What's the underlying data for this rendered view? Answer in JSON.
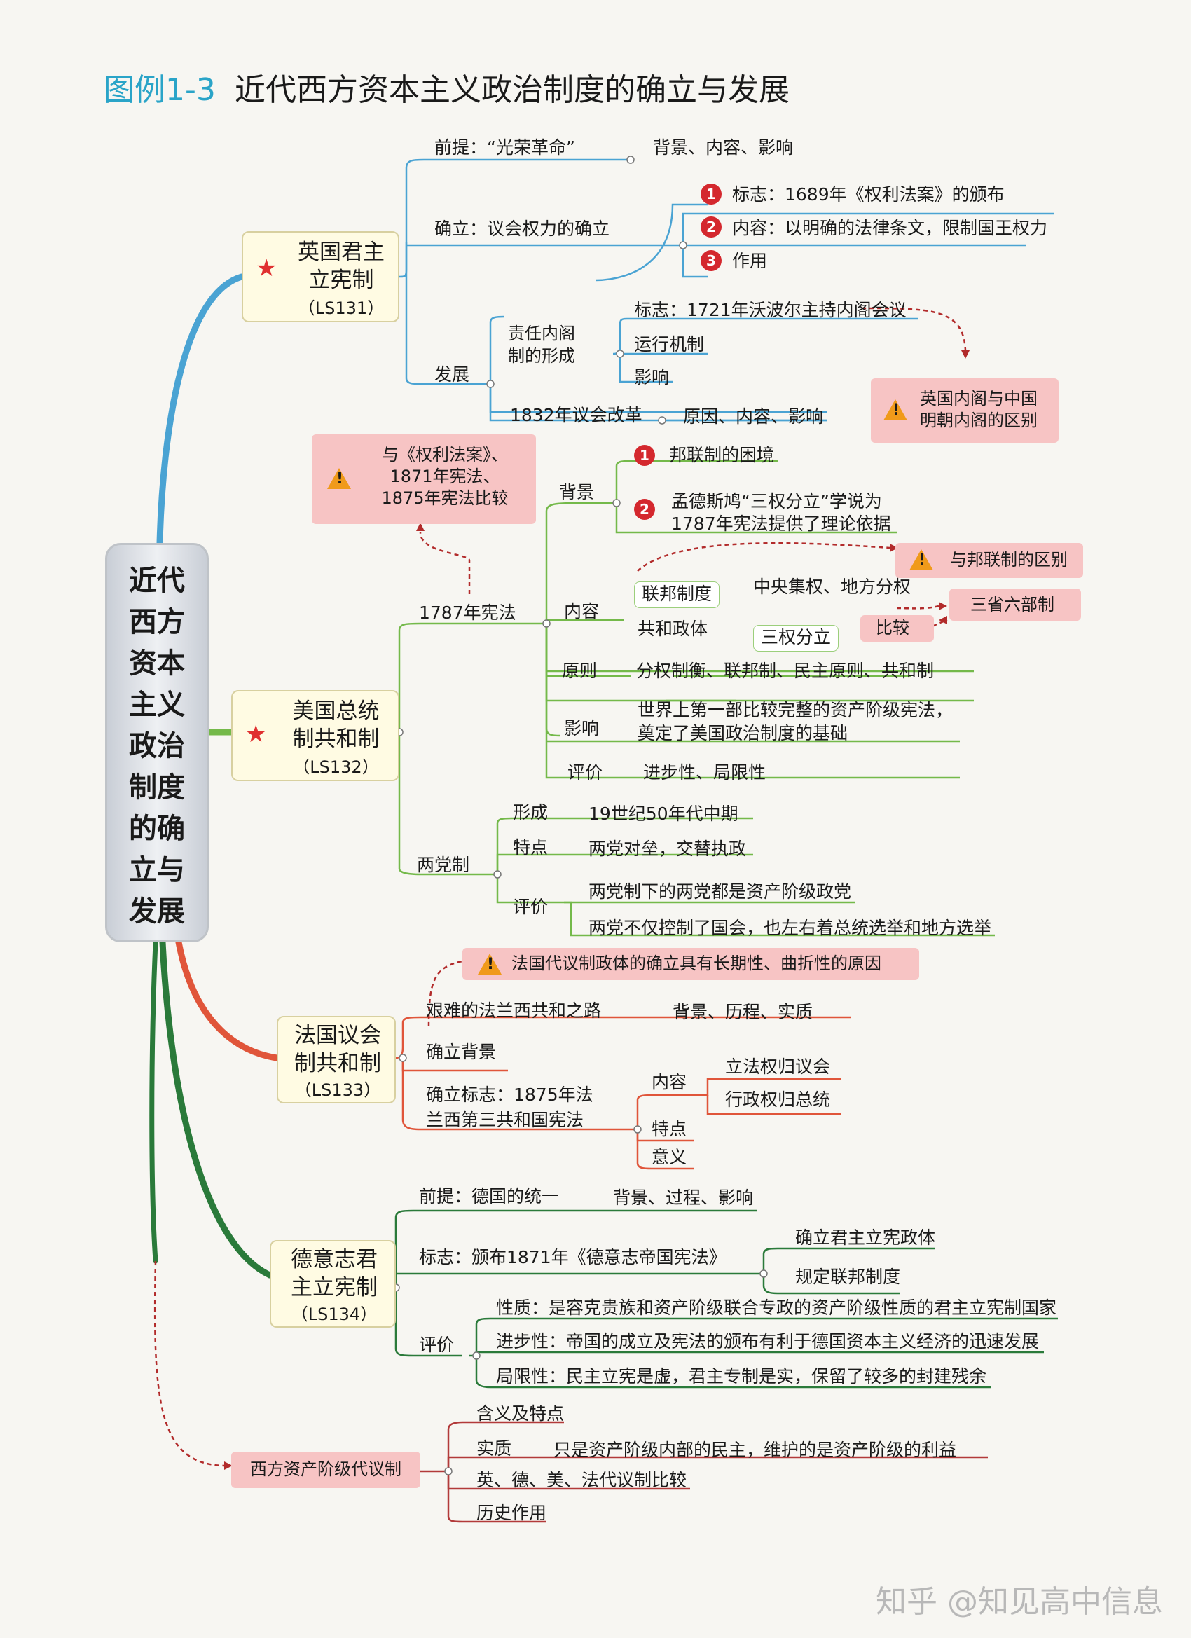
{
  "title": {
    "prefix": "图例1-3",
    "main": "近代西方资本主义政治制度的确立与发展"
  },
  "root": "近代\n西方\n资本\n主义\n政治\n制度\n的确\n立与\n发展",
  "watermark": "知乎 @知见高中信息",
  "colors": {
    "blue": "#4aa3d3",
    "green": "#74b94a",
    "red": "#e0553a",
    "dark_green": "#2a7a3a",
    "warning_bg": "#f7c4c4",
    "title_accent": "#2aa4c8",
    "star": "#e03030"
  },
  "icons": {
    "star": "star-icon",
    "warning": "warning-triangle-icon",
    "numbers": "numbered-circle-icon"
  },
  "britain": {
    "name": "英国君主\n立宪制",
    "code": "（LS131）",
    "premise": "前提：“光荣革命”",
    "premise_detail": "背景、内容、影响",
    "establish": "确立：议会权力的确立",
    "establish_items": [
      {
        "num": "1",
        "text": "标志：1689年《权利法案》的颁布"
      },
      {
        "num": "2",
        "text": "内容：以明确的法律条文，限制国王权力"
      },
      {
        "num": "3",
        "text": "作用"
      }
    ],
    "develop": "发展",
    "cabinet": "责任内阁\n制的形成",
    "cabinet_items": [
      "标志：1721年沃波尔主持内阁会议",
      "运行机制",
      "影响"
    ],
    "reform": "1832年议会改革",
    "reform_detail": "原因、内容、影响",
    "warning": "英国内阁与中国\n明朝内阁的区别"
  },
  "usa": {
    "name": "美国总统\n制共和制",
    "code": "（LS132）",
    "constitution": "1787年宪法",
    "warning_compare": "与《权利法案》、\n1871年宪法、\n1875年宪法比较",
    "background": "背景",
    "background_items": [
      {
        "num": "1",
        "text": "邦联制的困境"
      },
      {
        "num": "2",
        "text": "孟德斯鸠“三权分立”学说为\n1787年宪法提供了理论依据"
      }
    ],
    "content": "内容",
    "federal": "联邦制度",
    "federal_detail": "中央集权、地方分权",
    "warning_federal": "与邦联制的区别",
    "republic": "共和政体",
    "separation": "三权分立",
    "compare": "比较",
    "three_six": "三省六部制",
    "principle": "原则",
    "principle_detail": "分权制衡、联邦制、民主原则、共和制",
    "influence": "影响",
    "influence_detail": "世界上第一部比较完整的资产阶级宪法，\n奠定了美国政治制度的基础",
    "evaluation": "评价",
    "evaluation_detail": "进步性、局限性",
    "two_party": "两党制",
    "formation": "形成",
    "formation_detail": "19世纪50年代中期",
    "feature": "特点",
    "feature_detail": "两党对垒，交替执政",
    "eval2": "评价",
    "eval2_items": [
      "两党制下的两党都是资产阶级政党",
      "两党不仅控制了国会，也左右着总统选举和地方选举"
    ]
  },
  "france": {
    "name": "法国议会\n制共和制",
    "code": "（LS133）",
    "warning": "法国代议制政体的确立具有长期性、曲折性的原因",
    "road": "艰难的法兰西共和之路",
    "road_detail": "背景、历程、实质",
    "background": "确立背景",
    "symbol": "确立标志：1875年法\n兰西第三共和国宪法",
    "content": "内容",
    "content_items": [
      "立法权归议会",
      "行政权归总统"
    ],
    "feature": "特点",
    "meaning": "意义"
  },
  "germany": {
    "name": "德意志君\n主立宪制",
    "code": "（LS134）",
    "premise": "前提：德国的统一",
    "premise_detail": "背景、过程、影响",
    "symbol": "标志：颁布1871年《德意志帝国宪法》",
    "symbol_items": [
      "确立君主立宪政体",
      "规定联邦制度"
    ],
    "evaluation": "评价",
    "eval_items": [
      "性质：是容克贵族和资产阶级联合专政的资产阶级性质的君主立宪制国家",
      "进步性：帝国的成立及宪法的颁布有利于德国资本主义经济的迅速发展",
      "局限性：民主立宪是虚，君主专制是实，保留了较多的封建残余"
    ]
  },
  "representative": {
    "name": "西方资产阶级代议制",
    "items": [
      "含义及特点",
      "实质",
      "英、德、美、法代议制比较",
      "历史作用"
    ],
    "essence_detail": "只是资产阶级内部的民主，维护的是资产阶级的利益"
  }
}
